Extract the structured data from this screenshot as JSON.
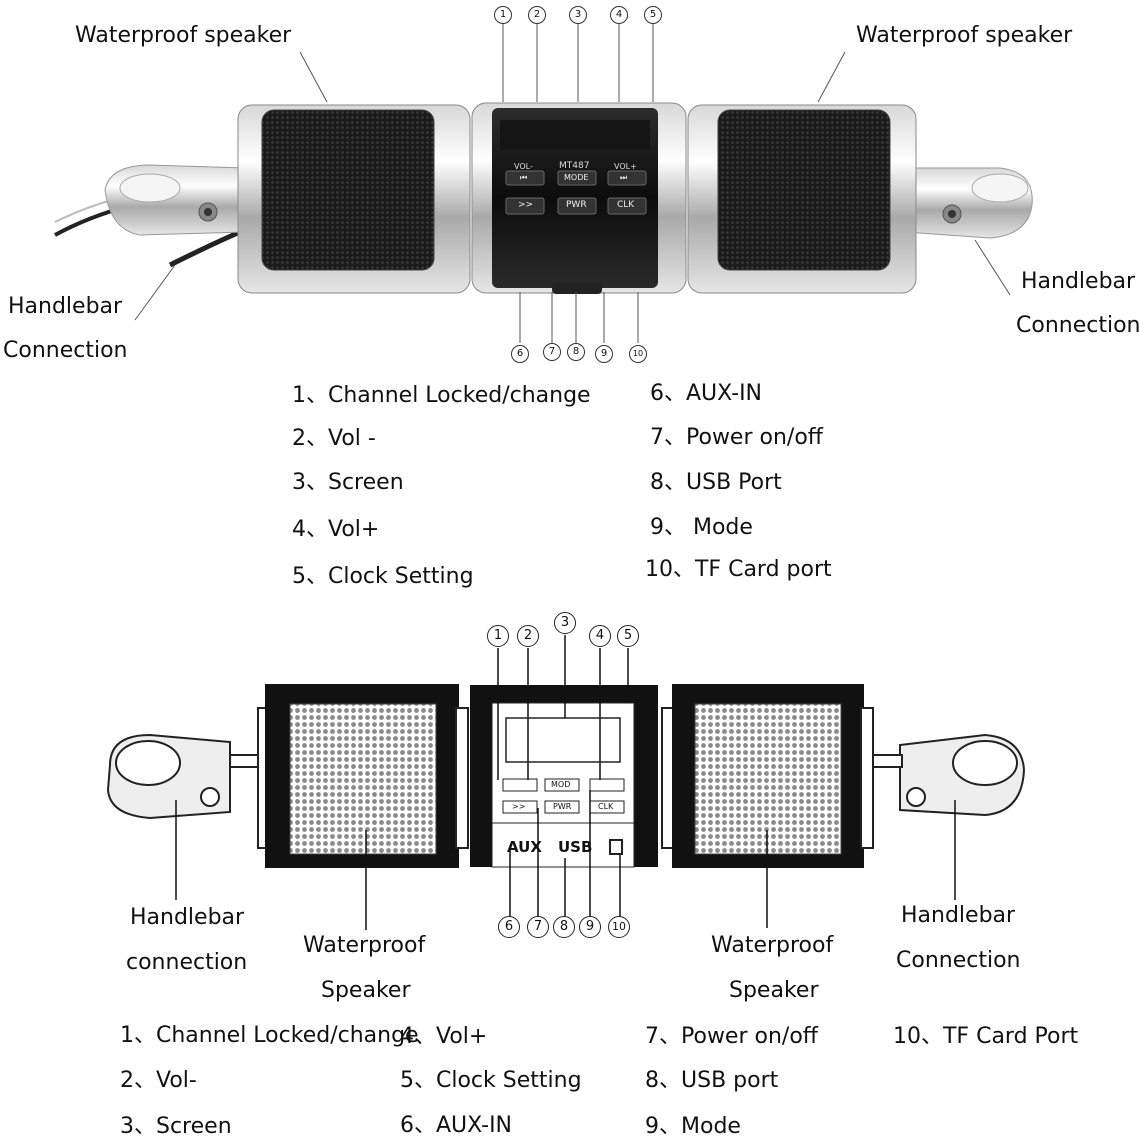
{
  "top": {
    "speaker_left": "Waterproof speaker",
    "speaker_right": "Waterproof speaker",
    "handlebar_left": [
      "Handlebar",
      "Connection"
    ],
    "handlebar_right": [
      "Handlebar",
      "Connection"
    ],
    "callouts_top": [
      "1",
      "2",
      "3",
      "4",
      "5"
    ],
    "callouts_bottom": [
      "6",
      "7",
      "8",
      "9",
      "10"
    ],
    "unit_labels": {
      "model": "MT487",
      "vol_minus": "VOL-",
      "vol_plus": "VOL+",
      "mode": "MODE",
      "pwr": "PWR",
      "clk": "CLK",
      "fwd": ">>"
    },
    "legend_left": [
      "1、Channel Locked/change",
      "2、Vol -",
      "3、Screen",
      "4、Vol+",
      "5、Clock Setting"
    ],
    "legend_right": [
      "6、AUX-IN",
      "7、Power on/off",
      "8、USB Port",
      "9、 Mode",
      "10、TF Card port"
    ]
  },
  "bottom": {
    "callouts_top": [
      "1",
      "2",
      "3",
      "4",
      "5"
    ],
    "callouts_bottom": [
      "6",
      "7",
      "8",
      "9",
      "10"
    ],
    "unit_labels": {
      "aux": "AUX",
      "usb": "USB",
      "mod": "MOD",
      "pwr": "PWR",
      "clk": "CLK",
      "fwd": ">>"
    },
    "handlebar_left": [
      "Handlebar",
      "connection"
    ],
    "handlebar_right": [
      "Handlebar",
      "Connection"
    ],
    "speaker_left": [
      "Waterproof",
      "Speaker"
    ],
    "speaker_right": [
      "Waterproof",
      "Speaker"
    ],
    "legend_col1": [
      "1、Channel Locked/change",
      "2、Vol-",
      "3、Screen"
    ],
    "legend_col2": [
      "4、Vol+",
      "5、Clock Setting",
      "6、AUX-IN"
    ],
    "legend_col3": [
      "7、Power on/off",
      "8、USB port",
      "9、Mode"
    ],
    "legend_col4": [
      "10、TF Card Port"
    ]
  }
}
